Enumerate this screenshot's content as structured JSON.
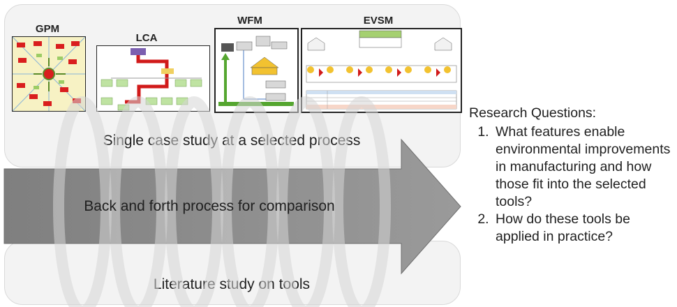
{
  "tools": [
    "GPM",
    "LCA",
    "WFM",
    "EVSM"
  ],
  "captions": {
    "single_case": "Single case study at a selected process",
    "back_forth": "Back and forth process for comparison",
    "literature": "Literature study on tools"
  },
  "research": {
    "heading": "Research Questions:",
    "q1": "What features enable environmental improvements in manufacturing and how those fit into the selected tools?",
    "q2": "How do these tools be applied in practice?"
  },
  "colors": {
    "panel": "#f3f3f3",
    "arrow": "#8c8c8c",
    "gpm_bg": "#f7f2c4",
    "box_red": "#d91e1e",
    "box_green": "#bfe3a2",
    "flow_red": "#d11a1a"
  }
}
